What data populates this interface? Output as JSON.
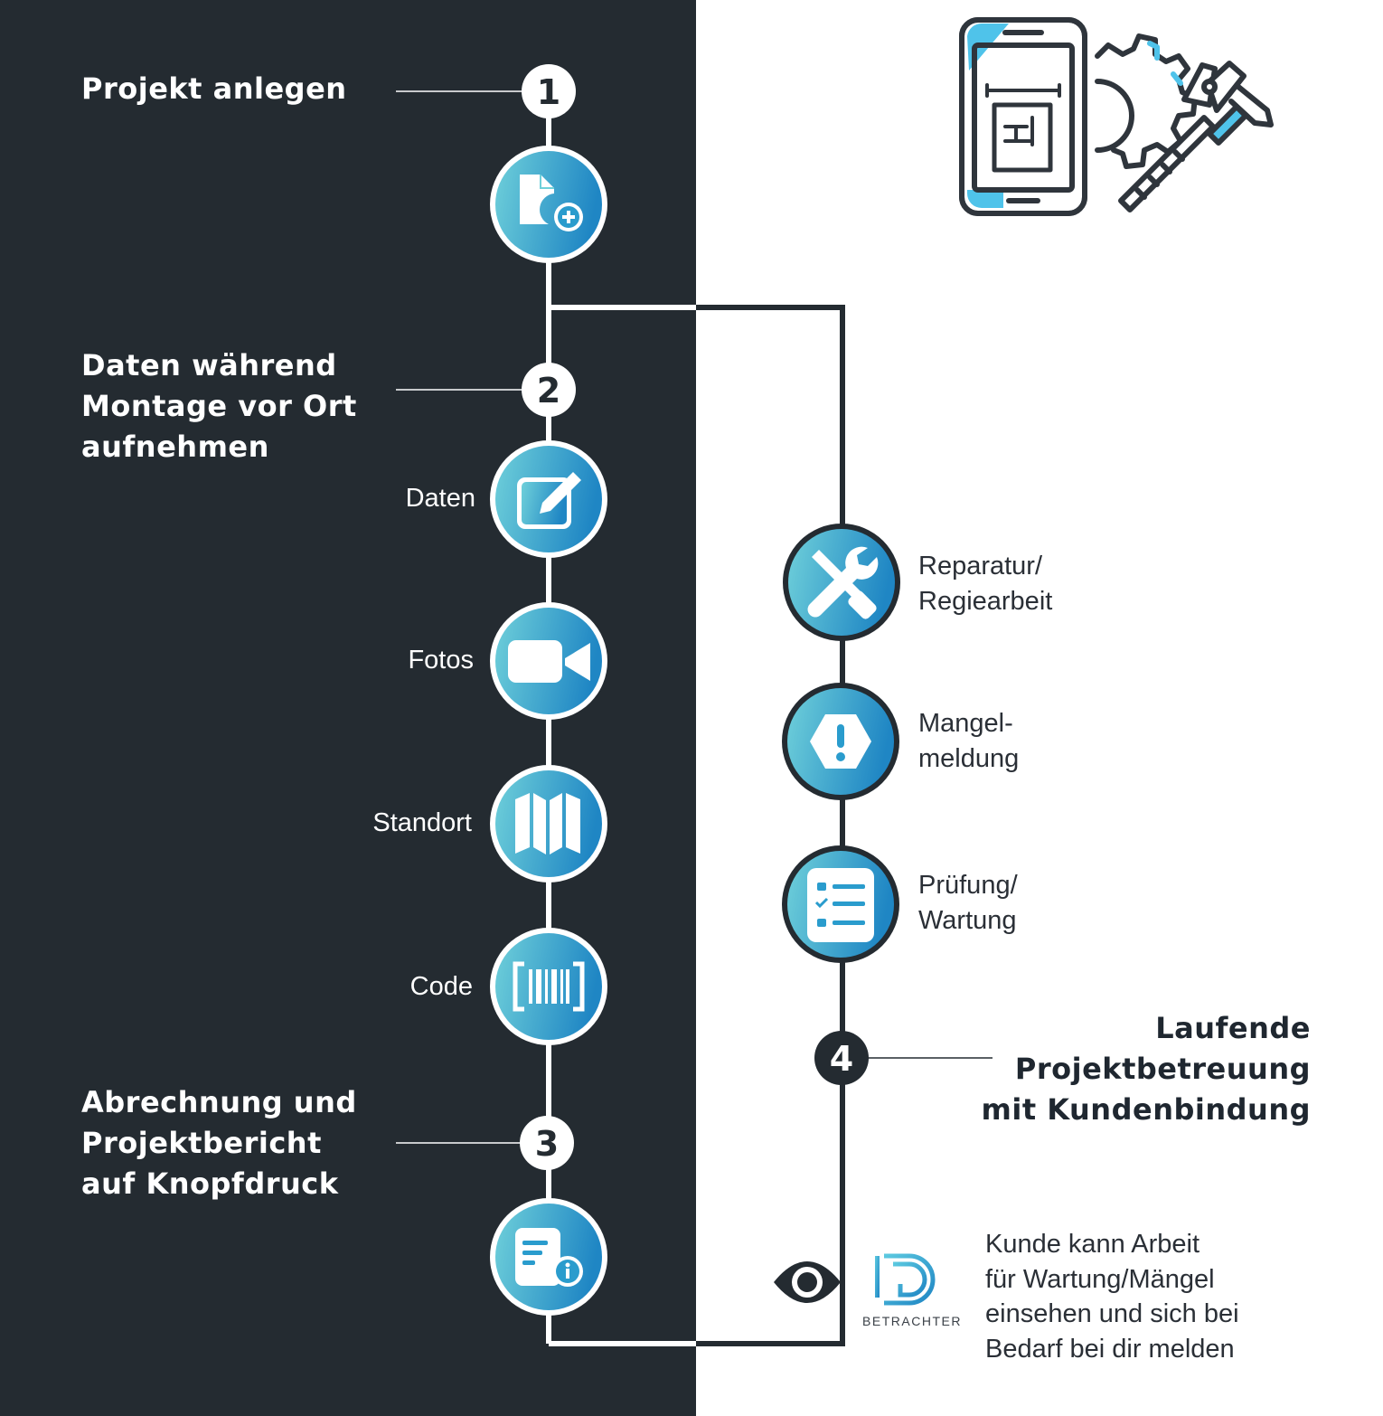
{
  "steps": [
    {
      "number": "1",
      "title": "Projekt anlegen"
    },
    {
      "number": "2",
      "title_lines": [
        "Daten während",
        "Montage vor Ort",
        "aufnehmen"
      ]
    },
    {
      "number": "3",
      "title_lines": [
        "Abrechnung und",
        "Projektbericht",
        "auf Knopfdruck"
      ]
    },
    {
      "number": "4",
      "title_lines": [
        "Laufende",
        "Projektbetreuung",
        "mit Kundenbindung"
      ]
    }
  ],
  "capture_items": [
    {
      "label": "Daten",
      "icon": "edit-icon"
    },
    {
      "label": "Fotos",
      "icon": "video-camera-icon"
    },
    {
      "label": "Standort",
      "icon": "map-icon"
    },
    {
      "label": "Code",
      "icon": "barcode-icon"
    }
  ],
  "service_items": [
    {
      "label": "Reparatur/\nRegiearbeit",
      "icon": "tools-icon"
    },
    {
      "label": "Mangel-\nmeldung",
      "icon": "warning-icon"
    },
    {
      "label": "Prüfung/\nWartung",
      "icon": "checklist-icon"
    }
  ],
  "project_icon": "new-document-icon",
  "report_icon": "report-info-icon",
  "header_illustration": "smartphone-gear-caliper-icon",
  "viewer": {
    "eye_icon": "eye-icon",
    "logo_text": "BETRACHTER",
    "note_lines": [
      "Kunde kann Arbeit",
      "für Wartung/Mängel",
      "einsehen und sich bei",
      "Bedarf bei dir melden"
    ]
  },
  "colors": {
    "dark_panel": "#242b31",
    "accent_light": "#6fd0da",
    "accent_dark": "#1f86c4",
    "line_light": "#ffffff",
    "line_dark": "#242b31"
  }
}
